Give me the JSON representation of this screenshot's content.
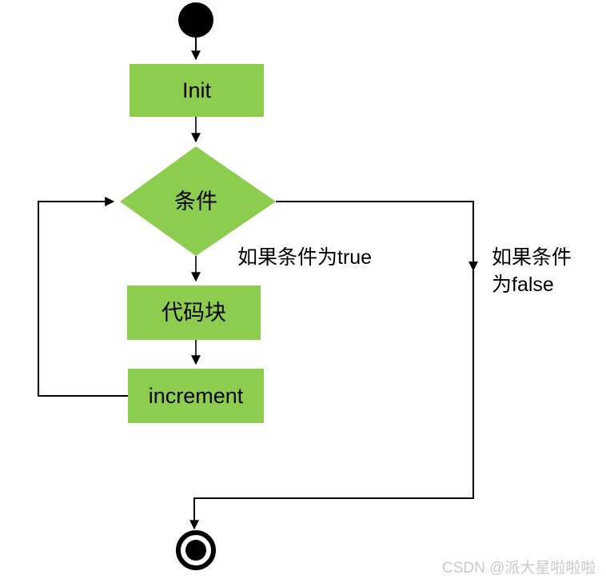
{
  "diagram": {
    "title": "for loop flowchart",
    "colors": {
      "node_fill": "#8ccd4f",
      "stroke": "#000000",
      "text": "#000000",
      "background": "#ffffff",
      "watermark": "#c9c9c9"
    },
    "nodes": [
      {
        "id": "start",
        "type": "start-node",
        "label": ""
      },
      {
        "id": "init",
        "type": "process-box",
        "label": "Init"
      },
      {
        "id": "condition",
        "type": "decision",
        "label": "条件"
      },
      {
        "id": "codeblock",
        "type": "process-box",
        "label": "代码块"
      },
      {
        "id": "increment",
        "type": "process-box",
        "label": "increment"
      },
      {
        "id": "end",
        "type": "end-node",
        "label": ""
      }
    ],
    "edges": [
      {
        "id": "start-to-init",
        "from": "start",
        "to": "init",
        "label": ""
      },
      {
        "id": "init-to-condition",
        "from": "init",
        "to": "condition",
        "label": ""
      },
      {
        "id": "condition-true",
        "from": "condition",
        "to": "codeblock",
        "label": "如果条件为true"
      },
      {
        "id": "codeblock-to-increment",
        "from": "codeblock",
        "to": "increment",
        "label": ""
      },
      {
        "id": "increment-loop-back",
        "from": "increment",
        "to": "condition",
        "label": ""
      },
      {
        "id": "condition-false",
        "from": "condition",
        "to": "end",
        "label_line1": "如果条件",
        "label_line2": "为false"
      }
    ]
  },
  "watermark": {
    "text": "CSDN @派大星啦啦啦"
  }
}
